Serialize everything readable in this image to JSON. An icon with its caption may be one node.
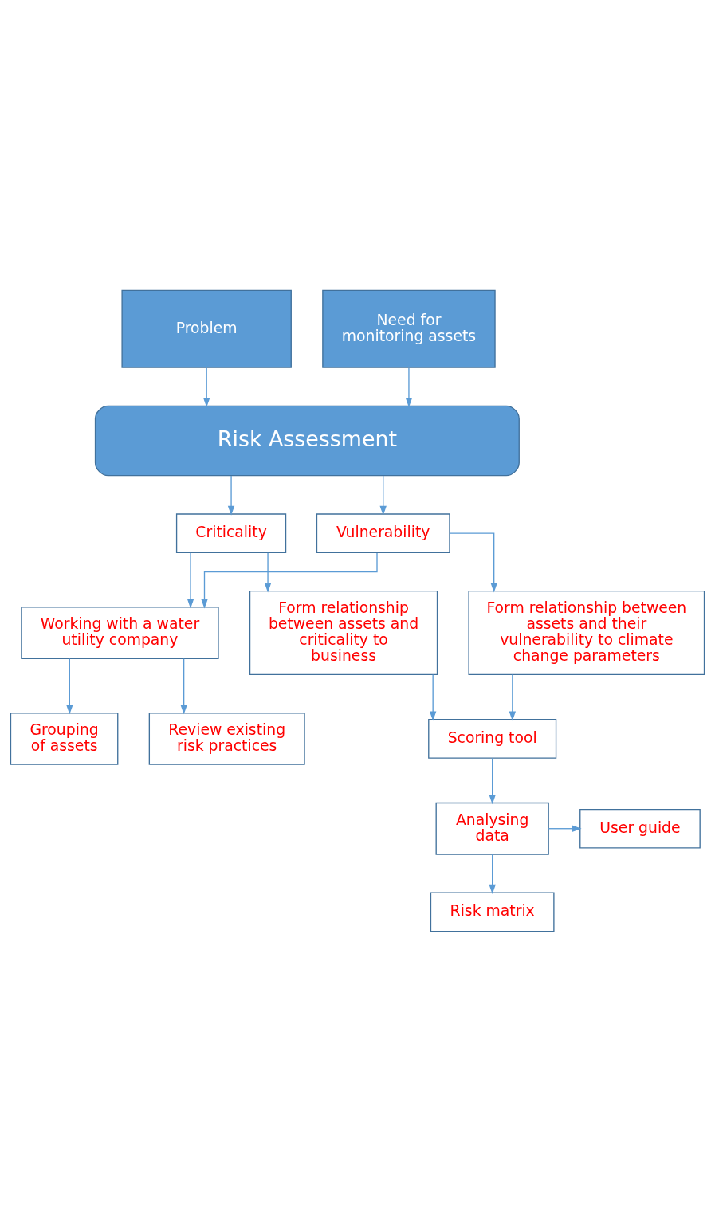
{
  "diagram": {
    "nodes": [
      {
        "text": [
          "Problem"
        ]
      },
      {
        "text": [
          "Need for monitoring assets"
        ]
      },
      {
        "text": [
          "Risk Assessment"
        ]
      },
      {
        "text": [
          "Vulnerability"
        ]
      },
      {
        "text": [
          "Criticality"
        ]
      },
      {
        "text": [
          "Working with a water utility company"
        ]
      },
      {
        "text": [
          "Grouping of assets"
        ]
      },
      {
        "text": [
          "Review existing risk practices"
        ]
      },
      {
        "text": [
          "Form relationship between assets and their vulnerability to climate change parameters"
        ]
      },
      {
        "text": [
          "Form relationship between assets and criticality to business"
        ]
      },
      {
        "text": [
          "Scoring tool"
        ]
      },
      {
        "text": [
          "Analysing data"
        ]
      },
      {
        "text": [
          "User guide"
        ]
      },
      {
        "text": [
          "Risk matrix"
        ]
      }
    ],
    "edges": [
      {
        "from": 0,
        "to": 2,
        "arrow": "to"
      },
      {
        "from": 1,
        "to": 2,
        "arrow": "to"
      },
      {
        "from": 2,
        "to": 3,
        "arrow": "to"
      },
      {
        "from": 2,
        "to": 4,
        "arrow": "to"
      },
      {
        "from": 3,
        "to": 5,
        "arrow": "to"
      },
      {
        "from": 4,
        "to": 5,
        "arrow": "to"
      },
      {
        "from": 5,
        "to": 6,
        "arrow": "to"
      },
      {
        "from": 5,
        "to": 7,
        "arrow": "to"
      },
      {
        "from": 3,
        "to": 8,
        "arrow": "to"
      },
      {
        "from": 4,
        "to": 9,
        "arrow": "to"
      },
      {
        "from": 8,
        "to": 10,
        "arrow": "to"
      },
      {
        "from": 9,
        "to": 10,
        "arrow": "to"
      },
      {
        "from": 10,
        "to": 11,
        "arrow": "to"
      },
      {
        "from": 11,
        "to": 12,
        "arrow": "to"
      },
      {
        "from": 11,
        "to": 13,
        "arrow": "to"
      }
    ]
  }
}
